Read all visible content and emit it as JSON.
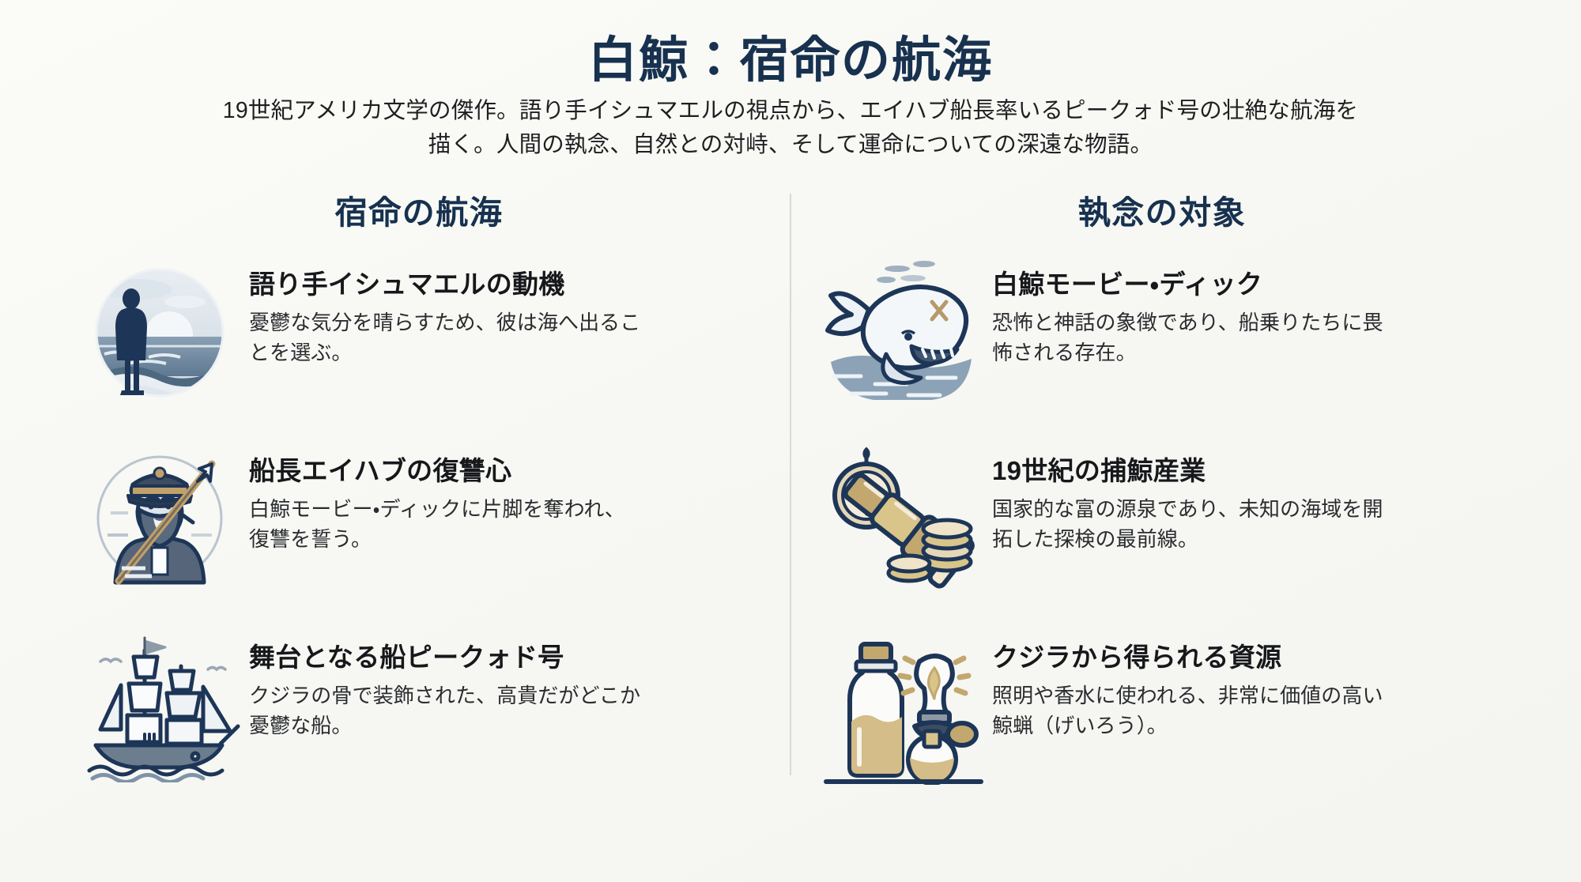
{
  "header": {
    "title": "白鯨：宿命の航海",
    "subtitle_line1": "19世紀アメリカ文学の傑作。語り手イシュマエルの視点から、エイハブ船長率いるピークォド号の壮絶な航海を",
    "subtitle_line2": "描く。人間の執念、自然との対峙、そして運命についての深遠な物語。"
  },
  "colors": {
    "title_navy": "#17314f",
    "body_text": "#1f1f22",
    "background": "#f8f8f5",
    "divider": "#d8d9d4",
    "icon_navy": "#1d3557",
    "icon_steel": "#5b7089",
    "icon_pale": "#c7d3de",
    "icon_gold": "#c2a06a"
  },
  "columns": [
    {
      "heading": "宿命の航海",
      "items": [
        {
          "icon": "man-gazing-at-sea-icon",
          "title": "語り手イシュマエルの動機",
          "desc": "憂鬱な気分を晴らすため、彼は海へ出ることを選ぶ。"
        },
        {
          "icon": "sea-captain-with-harpoon-icon",
          "title": "船長エイハブの復讐心",
          "desc": "白鯨モービー・ディックに片脚を奪われ、復讐を誓う。"
        },
        {
          "icon": "sailing-ship-icon",
          "title": "舞台となる船ピークォド号",
          "desc": "クジラの骨で装飾された、高貴だがどこか憂鬱な船。"
        }
      ]
    },
    {
      "heading": "執念の対象",
      "items": [
        {
          "icon": "white-whale-icon",
          "title": "白鯨モービー・ディック",
          "desc": "恐怖と神話の象徴であり、船乗りたちに畏怖される存在。"
        },
        {
          "icon": "telescope-compass-coins-icon",
          "title": "19世紀の捕鯨産業",
          "desc": "国家的な富の源泉であり、未知の海域を開拓した探検の最前線。"
        },
        {
          "icon": "oil-bottle-lamp-perfume-icon",
          "title": "クジラから得られる資源",
          "desc": "照明や香水に使われる、非常に価値の高い鯨蝋（げいろう）。"
        }
      ]
    }
  ]
}
